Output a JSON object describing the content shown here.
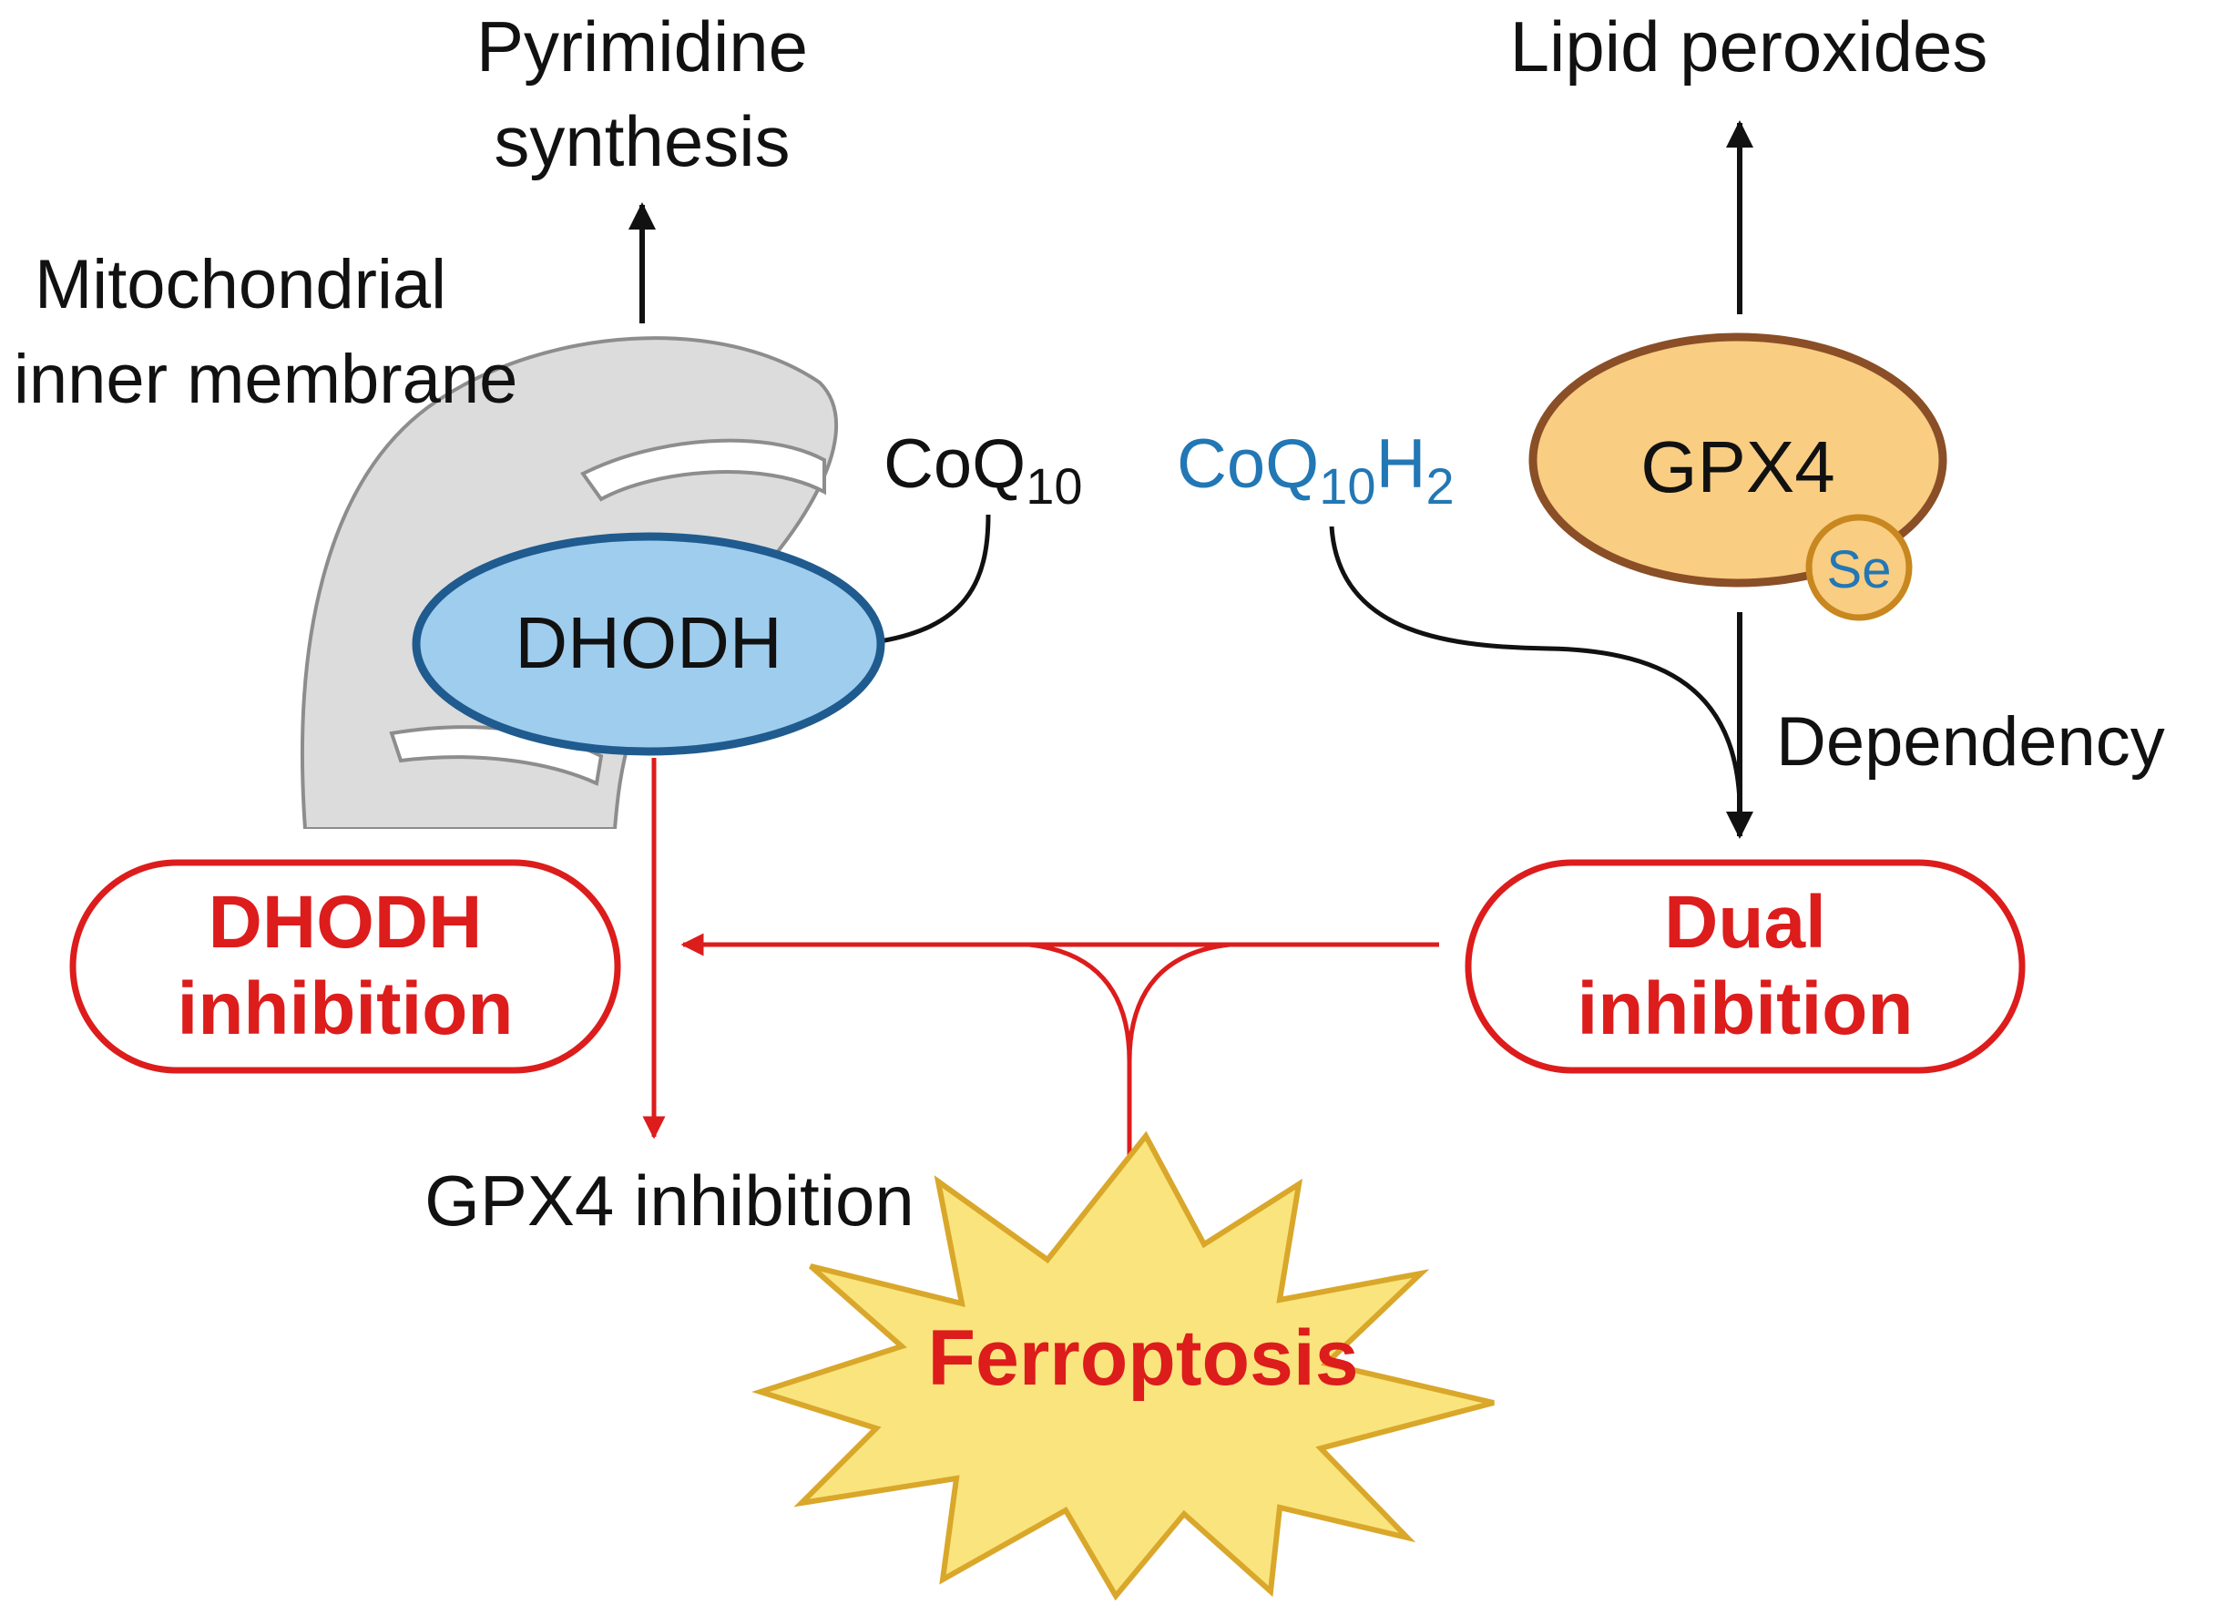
{
  "labels": {
    "pyrimidine_line1": "Pyrimidine",
    "pyrimidine_line2": "synthesis",
    "lipid_peroxides": "Lipid peroxides",
    "membrane_line1": "Mitochondrial",
    "membrane_line2": "inner membrane",
    "coq10": "CoQ",
    "coq10_sub": "10",
    "coq10h2": "CoQ",
    "coq10h2_sub": "10",
    "coq10h2_h": "H",
    "coq10h2_sub2": "2",
    "dhodh": "DHODH",
    "gpx4": "GPX4",
    "se": "Se",
    "dependency": "Dependency",
    "dhodh_inhibition_line1": "DHODH",
    "dhodh_inhibition_line2": "inhibition",
    "dual_inhibition_line1": "Dual",
    "dual_inhibition_line2": "inhibition",
    "gpx4_inhibition": "GPX4 inhibition",
    "ferroptosis": "Ferroptosis"
  },
  "colors": {
    "red": "#dd1c1c",
    "blue_text": "#2277b5",
    "dhodh_fill": "#9fcdee",
    "dhodh_stroke": "#1f5b8e",
    "gpx4_fill": "#f9cd82",
    "gpx4_stroke": "#8a4f27",
    "burst_fill": "#fae47e",
    "burst_stroke": "#d9a72a",
    "mito_fill": "#dcdcdc"
  }
}
